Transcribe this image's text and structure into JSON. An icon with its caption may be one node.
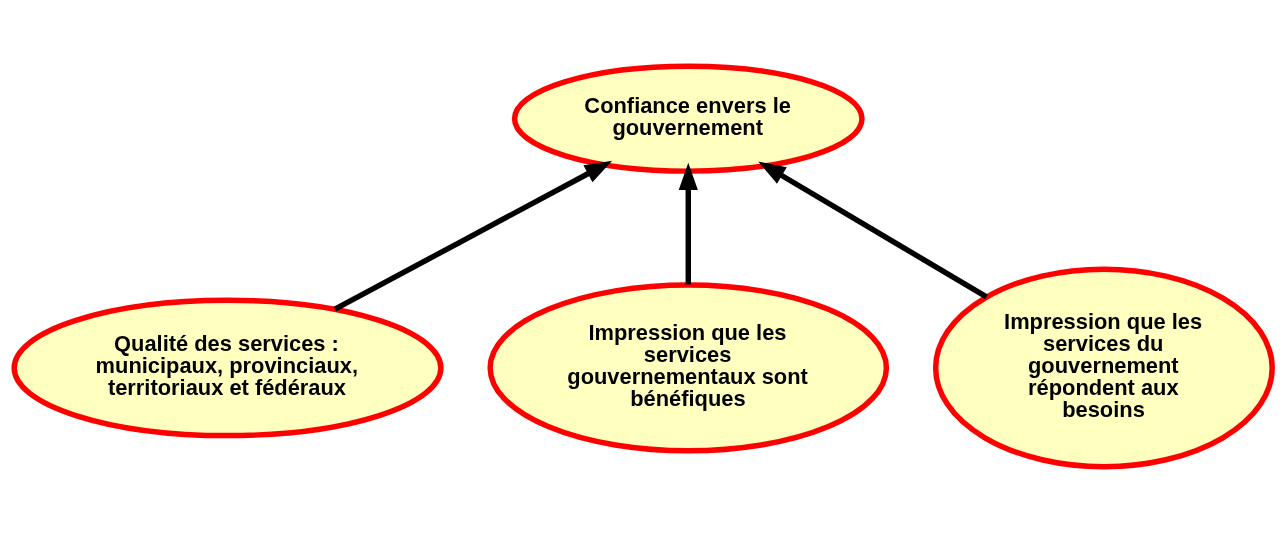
{
  "diagram": {
    "nodes": [
      {
        "text": [
          "Confiance envers le gouvernement"
        ]
      },
      {
        "text": [
          "Qualité des services : municipaux, provinciaux, territoriaux et fédéraux"
        ]
      },
      {
        "text": [
          "Impression que les services gouvernementaux sont bénéfiques"
        ]
      },
      {
        "text": [
          "Impression que les services du gouvernement répondent aux besoins"
        ]
      }
    ],
    "edges": [
      {
        "from": 1,
        "to": 0,
        "arrow": "to"
      },
      {
        "from": 2,
        "to": 0,
        "arrow": "to"
      },
      {
        "from": 3,
        "to": 0,
        "arrow": "to"
      }
    ]
  }
}
